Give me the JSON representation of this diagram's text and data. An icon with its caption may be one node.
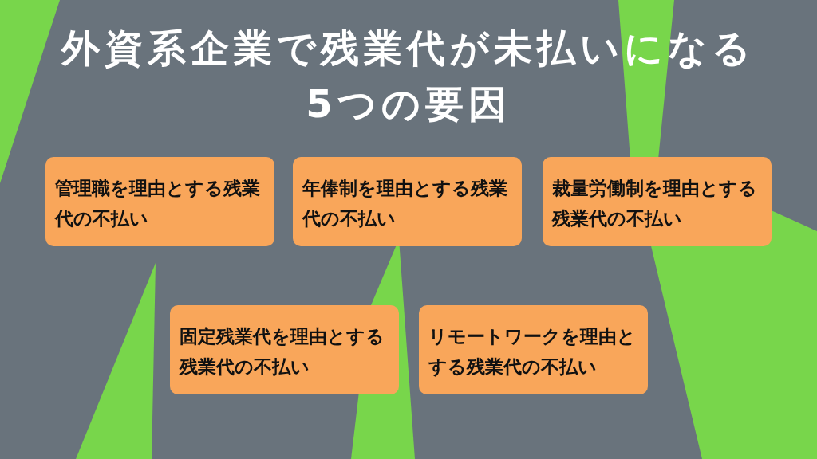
{
  "diagram": {
    "title": "外資系企業で残業代が未払いになる5つの要因",
    "nodes": [
      {
        "text": [
          "管理職を理由とする残業代の不払い"
        ]
      },
      {
        "text": [
          "年俸制を理由とする残業代の不払い"
        ]
      },
      {
        "text": [
          "裁量労働制を理由とする残業代の不払い"
        ]
      },
      {
        "text": [
          "固定残業代を理由とする残業代の不払い"
        ]
      },
      {
        "text": [
          "リモートワークを理由とする残業代の不払い"
        ]
      }
    ]
  }
}
